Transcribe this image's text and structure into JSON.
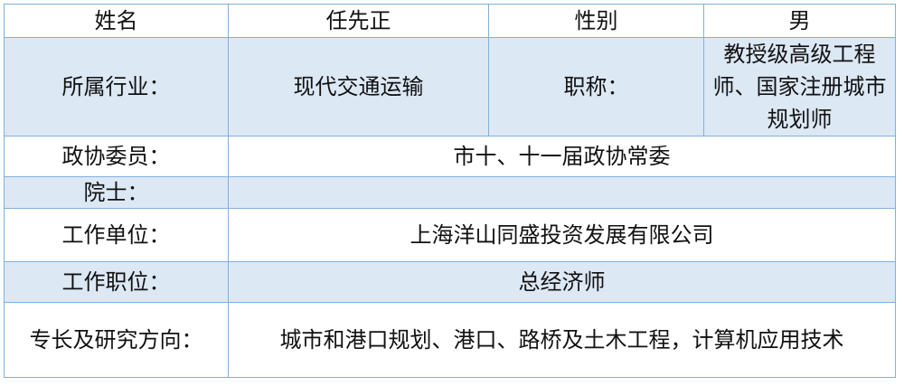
{
  "header": {
    "name_label": "姓名",
    "name_value": "任先正",
    "gender_label": "性别",
    "gender_value": "男"
  },
  "industry": {
    "label": "所属行业：",
    "value": "现代交通运输"
  },
  "title": {
    "label": "职称：",
    "value": "教授级高级工程师、国家注册城市规划师"
  },
  "cppcc": {
    "label": "政协委员：",
    "value": "市十、十一届政协常委"
  },
  "academician": {
    "label": "院士：",
    "value": ""
  },
  "employer": {
    "label": "工作单位：",
    "value": "上海洋山同盛投资发展有限公司"
  },
  "position": {
    "label": "工作职位：",
    "value": "总经济师"
  },
  "specialty": {
    "label": "专长及研究方向：",
    "value": "城市和港口规划、港口、路桥及土木工程，计算机应用技术"
  }
}
